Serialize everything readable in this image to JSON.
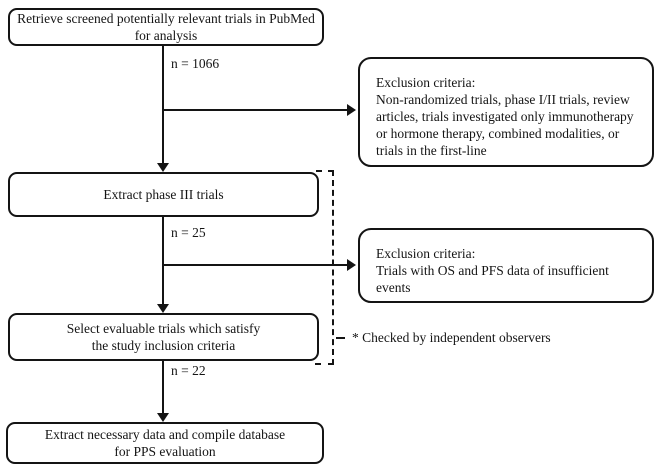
{
  "flow": {
    "step1": {
      "line1": "Retrieve screened potentially relevant trials in PubMed",
      "line2": "for analysis",
      "count_label": "n = 1066"
    },
    "step2": {
      "line1": "Extract phase III trials",
      "count_label": "n = 25"
    },
    "step3": {
      "line1": "Select evaluable trials which satisfy",
      "line2": "the study inclusion criteria",
      "count_label": "n = 22"
    },
    "step4": {
      "line1": "Extract necessary data and compile database",
      "line2": "for PPS evaluation"
    },
    "exclusion1": {
      "title": "Exclusion criteria:",
      "body": "Non-randomized trials, phase I/II trials, review articles, trials investigated only immunotherapy or hormone therapy, combined modalities, or trials in the first-line"
    },
    "exclusion2": {
      "title": "Exclusion criteria:",
      "body": "Trials with OS and PFS data of insufficient events"
    },
    "annotation": "* Checked by independent observers"
  },
  "colors": {
    "line": "#141414",
    "text": "#141414",
    "background": "#ffffff"
  }
}
